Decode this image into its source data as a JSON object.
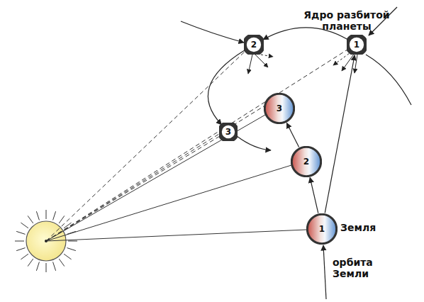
{
  "diagram": {
    "nodes": [
      {
        "text": [
          "Ядро разбитой планеты",
          "1"
        ]
      },
      {
        "text": [
          "2"
        ]
      },
      {
        "text": [
          "3"
        ]
      },
      {
        "text": [
          "3"
        ]
      },
      {
        "text": [
          "2"
        ]
      },
      {
        "text": [
          "1",
          "Земля"
        ]
      }
    ],
    "edges": [
      {
        "from": 0,
        "to": 1,
        "arrow": "to"
      },
      {
        "from": 1,
        "to": 3,
        "arrow": "to"
      },
      {
        "from": 5,
        "to": 4,
        "arrow": "to"
      },
      {
        "from": 4,
        "to": 2,
        "arrow": "to"
      },
      {
        "from": 5,
        "to": 0,
        "arrow": "to"
      }
    ],
    "labels": [
      "орбита Земли"
    ]
  }
}
